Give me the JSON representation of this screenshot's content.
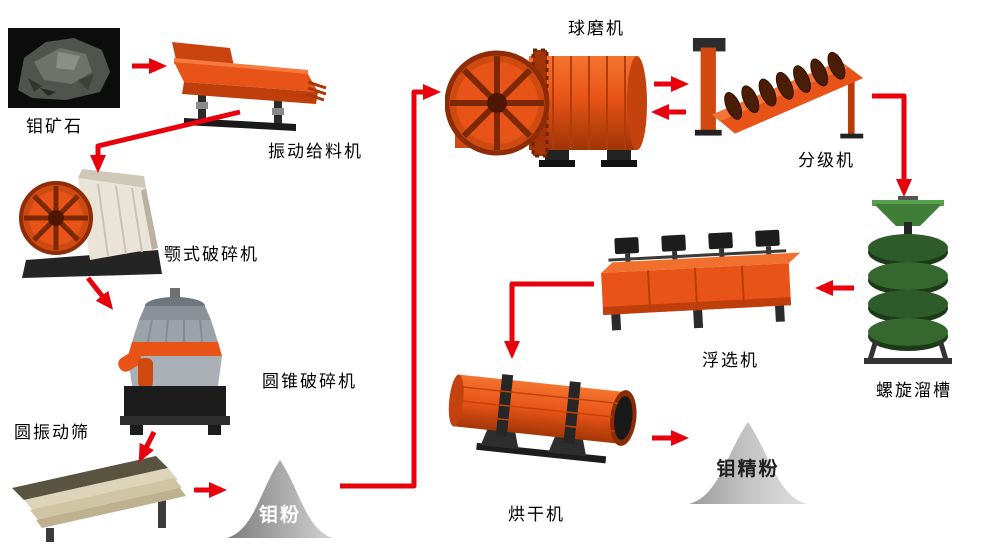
{
  "colors": {
    "arrow": "#e8000d",
    "machine_orange": "#e85417",
    "label_text": "#000000"
  },
  "nodes": {
    "ore": {
      "label": "钼矿石"
    },
    "feeder": {
      "label": "振动给料机"
    },
    "jaw_crusher": {
      "label": "颚式破碎机"
    },
    "cone_crusher": {
      "label": "圆锥破碎机"
    },
    "vibrating_screen": {
      "label": "圆振动筛"
    },
    "powder": {
      "label": "钼粉"
    },
    "ball_mill": {
      "label": "球磨机"
    },
    "classifier": {
      "label": "分级机"
    },
    "spiral_chute": {
      "label": "螺旋溜槽"
    },
    "flotation": {
      "label": "浮选机"
    },
    "dryer": {
      "label": "烘干机"
    },
    "concentrate": {
      "label": "钼精粉"
    }
  },
  "edges": [
    {
      "from": "ore",
      "to": "feeder"
    },
    {
      "from": "feeder",
      "to": "jaw_crusher"
    },
    {
      "from": "jaw_crusher",
      "to": "cone_crusher"
    },
    {
      "from": "cone_crusher",
      "to": "vibrating_screen"
    },
    {
      "from": "vibrating_screen",
      "to": "powder"
    },
    {
      "from": "powder",
      "to": "ball_mill"
    },
    {
      "from": "ball_mill",
      "to": "classifier"
    },
    {
      "from": "classifier",
      "to": "ball_mill"
    },
    {
      "from": "classifier",
      "to": "spiral_chute"
    },
    {
      "from": "spiral_chute",
      "to": "flotation"
    },
    {
      "from": "flotation",
      "to": "dryer"
    },
    {
      "from": "dryer",
      "to": "concentrate"
    }
  ]
}
